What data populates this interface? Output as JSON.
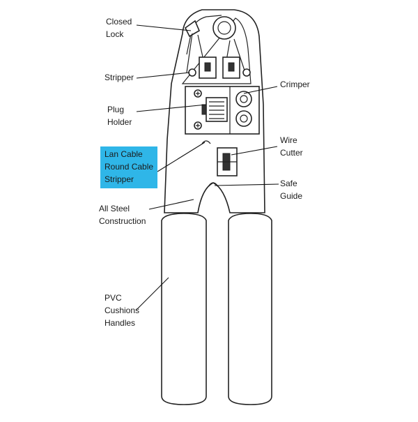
{
  "labels": {
    "closed_lock": [
      "Closed",
      "Lock"
    ],
    "stripper": [
      "Stripper"
    ],
    "crimper": [
      "Crimper"
    ],
    "plug_holder": [
      "Plug",
      "Holder"
    ],
    "wire_cutter": [
      "Wire",
      "Cutter"
    ],
    "lan_cable_stripper": [
      "Lan Cable",
      "Round Cable",
      "Stripper"
    ],
    "safe_guide": [
      "Safe",
      "Guide"
    ],
    "all_steel_construction": [
      "All Steel",
      "Construction"
    ],
    "pvc_cushions_handles": [
      "PVC",
      "Cushions",
      "Handles"
    ]
  },
  "colors": {
    "highlight": "#2fb6e8",
    "line": "#222222",
    "text": "#1a1a1a"
  }
}
